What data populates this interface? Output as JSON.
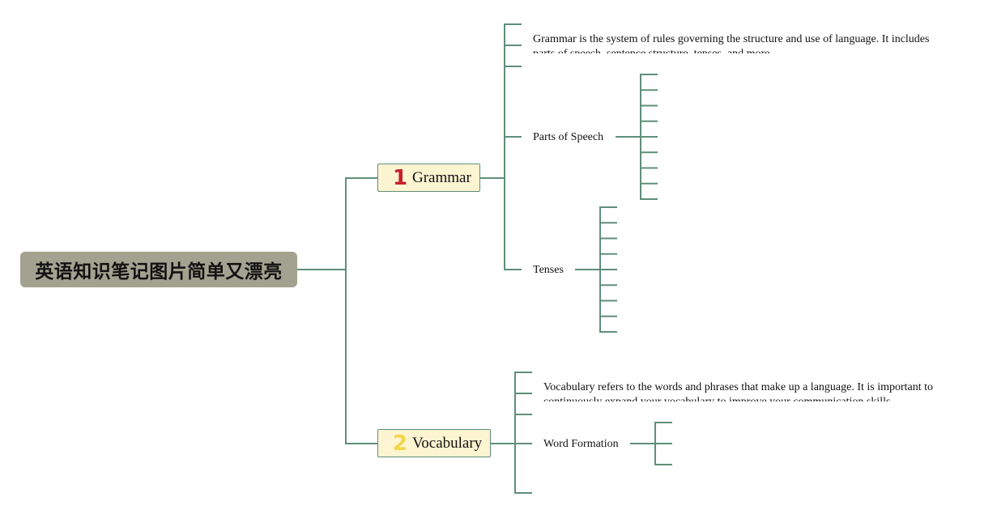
{
  "mindmap": {
    "root": {
      "title": "英语知识笔记图片简单又漂亮"
    },
    "branches": [
      {
        "number": "1",
        "label": "Grammar",
        "number_color": "#c8202c",
        "description": "Grammar is the system of rules governing the structure and use of language. It includes parts of speech, sentence structure, tenses, and more.",
        "subtopics": [
          {
            "label": "Parts of Speech",
            "empty_leaf_count": 9
          },
          {
            "label": "Tenses",
            "empty_leaf_count": 9
          }
        ]
      },
      {
        "number": "2",
        "label": "Vocabulary",
        "number_color": "#f2d548",
        "description": "Vocabulary refers to the words and phrases that make up a language. It is important to continuously expand your vocabulary to improve your communication skills.",
        "subtopics": [
          {
            "label": "Word Formation",
            "empty_leaf_count": 3
          }
        ]
      }
    ],
    "colors": {
      "connector": "#5f8f79",
      "root_fill": "#a3a290",
      "topic_fill": "#fdf4d2"
    }
  }
}
